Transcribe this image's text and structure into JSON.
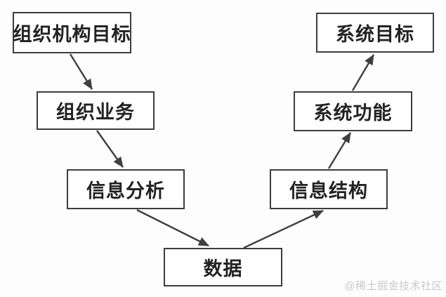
{
  "diagram": {
    "nodes": [
      {
        "id": "org-goals",
        "label": "组织机构目标"
      },
      {
        "id": "org-business",
        "label": "组织业务"
      },
      {
        "id": "info-analysis",
        "label": "信息分析"
      },
      {
        "id": "data",
        "label": "数据"
      },
      {
        "id": "info-structure",
        "label": "信息结构"
      },
      {
        "id": "system-functions",
        "label": "系统功能"
      },
      {
        "id": "system-goals",
        "label": "系统目标"
      }
    ],
    "edges": [
      {
        "from": "org-goals",
        "to": "org-business"
      },
      {
        "from": "org-business",
        "to": "info-analysis"
      },
      {
        "from": "info-analysis",
        "to": "data"
      },
      {
        "from": "data",
        "to": "info-structure"
      },
      {
        "from": "info-structure",
        "to": "system-functions"
      },
      {
        "from": "system-functions",
        "to": "system-goals"
      }
    ]
  },
  "watermark": {
    "text": "@稀土掘金技术社区"
  },
  "colors": {
    "background": "#fdfdfd",
    "box_fill": "#ffffff",
    "box_border": "#3d3d3d",
    "arrow": "#3f3f3f",
    "text": "#222222",
    "watermark": "#c9c9c9"
  }
}
